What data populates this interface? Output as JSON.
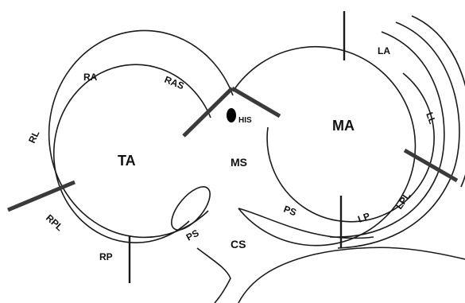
{
  "labels": {
    "ta": "TA",
    "ma": "MA",
    "ms": "MS",
    "cs": "CS",
    "his": "HIS",
    "ra": "RA",
    "ras": "RAS",
    "rl": "RL",
    "rpl": "RPL",
    "rp": "RP",
    "ps_right": "PS",
    "ps_left": "PS",
    "la": "LA",
    "ll": "LL",
    "lpl": "LPL",
    "lp": "LP"
  }
}
